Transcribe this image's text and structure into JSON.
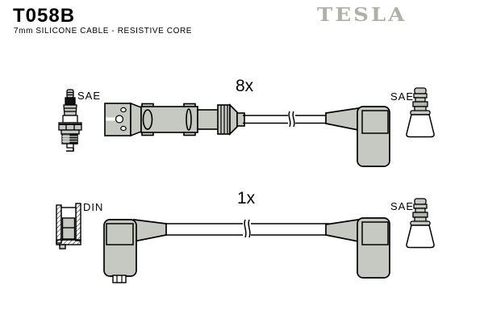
{
  "header": {
    "part_number": "T058B",
    "subtitle": "7mm SILICONE CABLE - RESISTIVE CORE",
    "brand": "TESLA"
  },
  "colors": {
    "part_fill": "#c6c9c2",
    "outline": "#000000",
    "brand_gray": "#b0b0a8",
    "background": "#ffffff"
  },
  "diagram": {
    "row1": {
      "count_label": "8x",
      "left_terminal_label": "SAE",
      "right_terminal_label": "SAE",
      "icons": [
        "spark-plug-icon",
        "distributor-connector-drawing",
        "cable-line",
        "angled-boot-drawing",
        "sae-terminal-icon"
      ]
    },
    "row2": {
      "count_label": "1x",
      "left_terminal_label": "DIN",
      "right_terminal_label": "SAE",
      "icons": [
        "din-terminal-icon",
        "angled-boot-drawing",
        "cable-line",
        "angled-boot-drawing",
        "sae-terminal-icon"
      ]
    }
  }
}
